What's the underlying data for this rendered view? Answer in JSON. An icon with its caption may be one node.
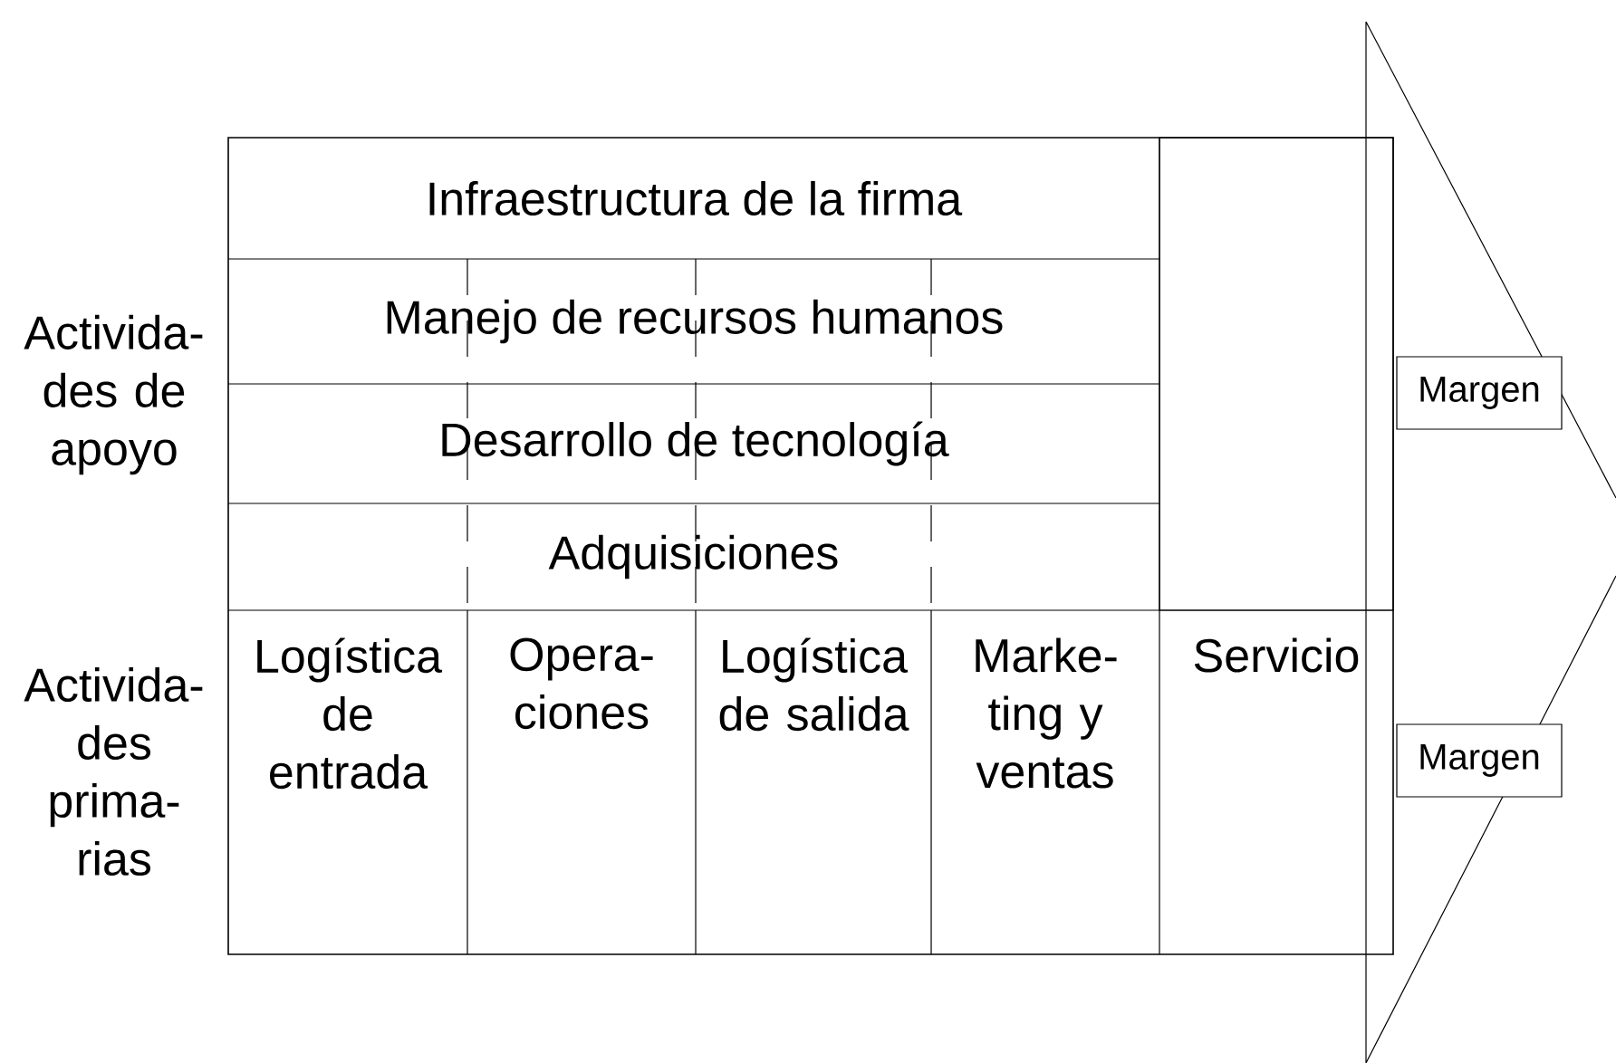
{
  "diagram": {
    "nodes": [
      {
        "text": [
          "Infraestructura de la firma"
        ]
      },
      {
        "text": [
          "Manejo de recursos humanos"
        ]
      },
      {
        "text": [
          "Desarrollo de tecnología"
        ]
      },
      {
        "text": [
          "Adquisiciones"
        ]
      },
      {
        "text": [],
        "shape": "box"
      },
      {
        "text": [
          "Logística de entrada"
        ]
      },
      {
        "text": [
          "Opera- ciones"
        ]
      },
      {
        "text": [
          "Logística de salida"
        ]
      },
      {
        "text": [
          "Marke- ting y ventas"
        ]
      },
      {
        "text": [
          "Servicio"
        ]
      },
      {
        "text": [
          "Margen"
        ]
      },
      {
        "text": [
          "Margen"
        ]
      }
    ],
    "labels": [
      "Activida- des de apoyo",
      "Activida- des prima- rias"
    ]
  }
}
